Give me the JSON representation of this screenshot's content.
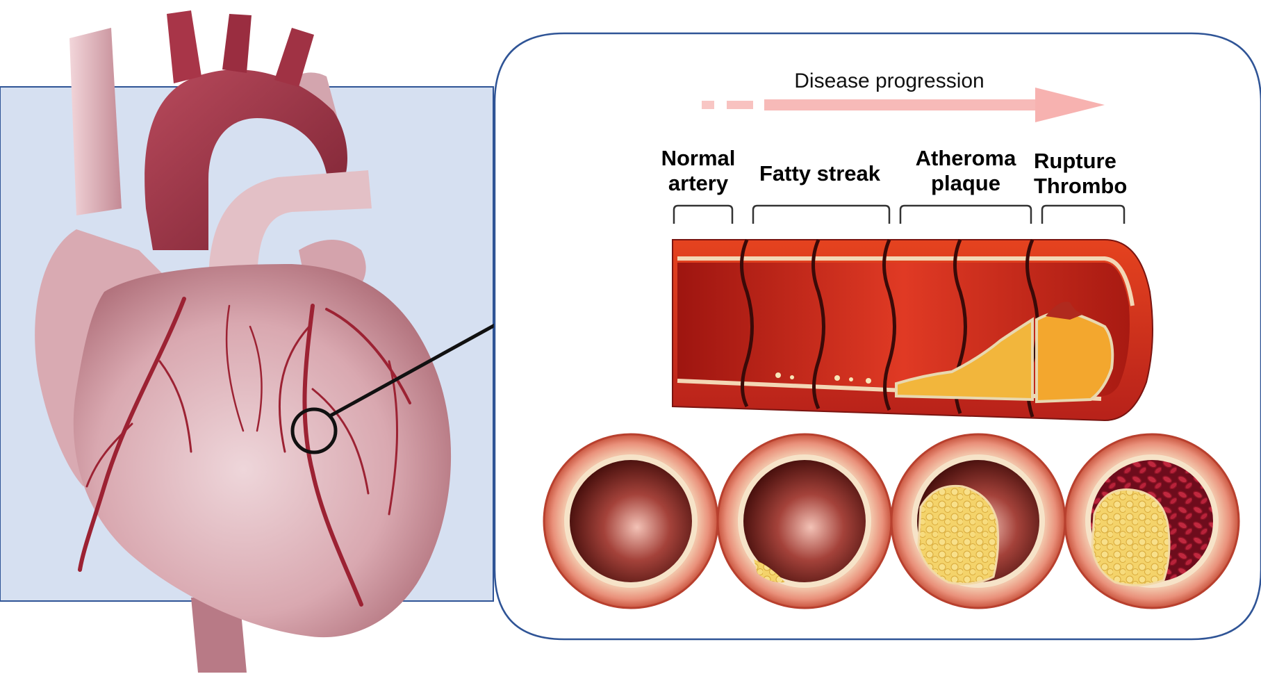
{
  "header": {
    "progress_label": "Disease progression"
  },
  "stages": [
    {
      "line1": "Normal",
      "line2": "artery"
    },
    {
      "line1": "Fatty streak",
      "line2": ""
    },
    {
      "line1": "Atheroma",
      "line2": "plaque"
    },
    {
      "line1": "Rupture",
      "line2": "Thrombo"
    }
  ],
  "colors": {
    "background_panel": "#d6e0f1",
    "panel_border": "#2f5496",
    "artery_red": "#c8281d",
    "plaque_yellow": "#f2b63c",
    "heart_pink": "#d9a3aa",
    "aorta": "#9a3344",
    "progress_arrow": "#f7b9b7"
  }
}
